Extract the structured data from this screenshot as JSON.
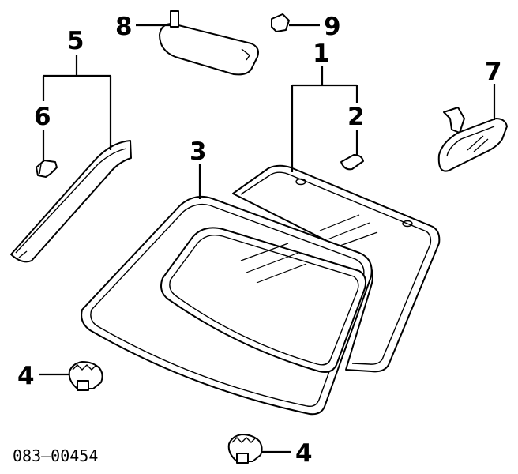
{
  "diagram": {
    "part_number": "083–00454",
    "callouts": {
      "c1": "1",
      "c2": "2",
      "c3": "3",
      "c4a": "4",
      "c4b": "4",
      "c5": "5",
      "c6": "6",
      "c7": "7",
      "c8": "8",
      "c9": "9"
    }
  }
}
